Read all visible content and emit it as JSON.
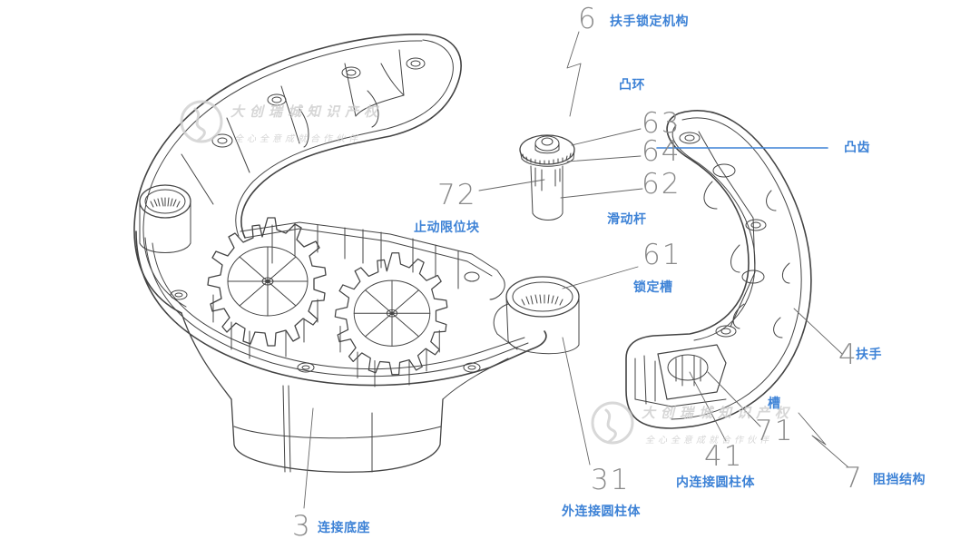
{
  "figure": {
    "type": "exploded-view patent drawing",
    "colors": {
      "annotation": "#3d82d6",
      "line": "#444444",
      "number": "#8a8a8a",
      "watermark": "#c8c8c8"
    }
  },
  "callouts": [
    {
      "ref": "6",
      "label": "扶手锁定机构"
    },
    {
      "ref": "",
      "label": "凸环"
    },
    {
      "ref": "63",
      "label": ""
    },
    {
      "ref": "64",
      "label": "凸齿"
    },
    {
      "ref": "62",
      "label": "滑动杆"
    },
    {
      "ref": "72",
      "label": "止动限位块"
    },
    {
      "ref": "61",
      "label": "锁定槽"
    },
    {
      "ref": "4",
      "label": "扶手"
    },
    {
      "ref": "71",
      "label": "槽"
    },
    {
      "ref": "41",
      "label": "内连接圆柱体"
    },
    {
      "ref": "31",
      "label": "外连接圆柱体"
    },
    {
      "ref": "7",
      "label": "阻挡结构"
    },
    {
      "ref": "3",
      "label": "连接底座"
    }
  ],
  "watermarks": [
    {
      "line1": "大创瑞城知识产权",
      "line2": "全心全意成就合作伙伴"
    },
    {
      "line1": "大创瑞城知识产权",
      "line2": "全心全意成就合作伙伴"
    }
  ]
}
